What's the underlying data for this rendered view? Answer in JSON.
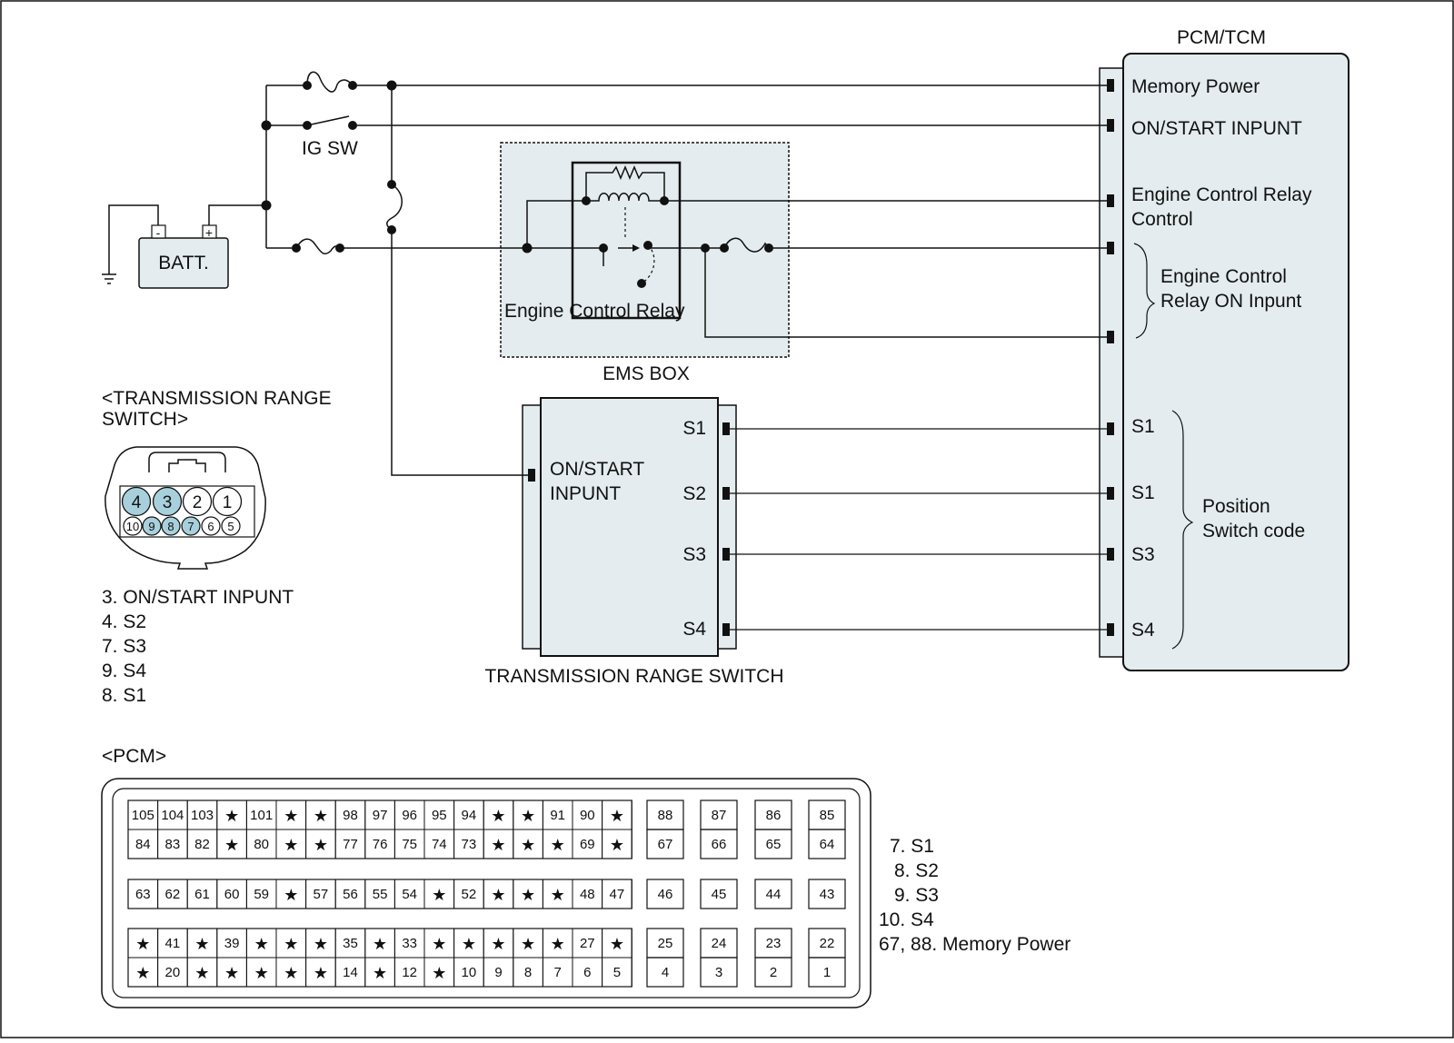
{
  "labels": {
    "pcm_tcm": "PCM/TCM",
    "memory_power": "Memory Power",
    "on_start_input": "ON/START INPUNT",
    "ecr_control_1": "Engine Control Relay",
    "ecr_control_2": "Control",
    "ecr_on_1": "Engine Control",
    "ecr_on_2": "Relay ON Inpunt",
    "ig_sw": "IG SW",
    "batt": "BATT.",
    "batt_minus": "-",
    "batt_plus": "+",
    "engine_control_relay": "Engine Control Relay",
    "ems_box": "EMS BOX",
    "trs_title_1": "<TRANSMISSION RANGE",
    "trs_title_2": "SWITCH>",
    "trs_box_input_1": "ON/START",
    "trs_box_input_2": "INPUNT",
    "trs_s1": "S1",
    "trs_s2": "S2",
    "trs_s3": "S3",
    "trs_s4": "S4",
    "trs_caption": "TRANSMISSION RANGE SWITCH",
    "pcm_s1a": "S1",
    "pcm_s1b": "S1",
    "pcm_s3": "S3",
    "pcm_s4": "S4",
    "position_1": "Position",
    "position_2": "Switch code",
    "pcm_title": "<PCM>"
  },
  "trs_connector": {
    "top_pins": [
      "4",
      "3",
      "2",
      "1"
    ],
    "top_highlight": [
      true,
      true,
      false,
      false
    ],
    "bottom_pins": [
      "10",
      "9",
      "8",
      "7",
      "6",
      "5"
    ],
    "bottom_highlight": [
      false,
      true,
      true,
      true,
      false,
      false
    ],
    "highlight_color": "#a8d0dc"
  },
  "trs_legend": [
    "3. ON/START INPUNT",
    "4. S2",
    "7. S3",
    "9. S4",
    "8. S1"
  ],
  "pcm_connector": {
    "star": "★",
    "block1_rows": [
      [
        "105",
        "104",
        "103",
        "*",
        "101",
        "*",
        "*",
        "98",
        "97",
        "96",
        "95",
        "94",
        "*",
        "*",
        "91",
        "90",
        "*"
      ],
      [
        "84",
        "83",
        "82",
        "*",
        "80",
        "*",
        "*",
        "77",
        "76",
        "75",
        "74",
        "73",
        "*",
        "*",
        "*",
        "69",
        "*"
      ],
      [
        "63",
        "62",
        "61",
        "60",
        "59",
        "*",
        "57",
        "56",
        "55",
        "54",
        "*",
        "52",
        "*",
        "*",
        "*",
        "48",
        "47"
      ],
      [
        "*",
        "41",
        "*",
        "39",
        "*",
        "*",
        "*",
        "35",
        "*",
        "33",
        "*",
        "*",
        "*",
        "*",
        "*",
        "27",
        "*"
      ],
      [
        "*",
        "20",
        "*",
        "*",
        "*",
        "*",
        "*",
        "14",
        "*",
        "12",
        "*",
        "10",
        "9",
        "8",
        "7",
        "6",
        "5"
      ]
    ],
    "block2_rows": [
      [
        "88",
        "87",
        "86",
        "85"
      ],
      [
        "67",
        "66",
        "65",
        "64"
      ],
      [
        "46",
        "45",
        "44",
        "43"
      ],
      [
        "25",
        "24",
        "23",
        "22"
      ],
      [
        "4",
        "3",
        "2",
        "1"
      ]
    ]
  },
  "pcm_legend": [
    "7. S1",
    "8. S2",
    "9. S3",
    "10. S4",
    "67, 88. Memory Power"
  ],
  "colors": {
    "module_fill": "#e4ecef",
    "line": "#111111"
  }
}
